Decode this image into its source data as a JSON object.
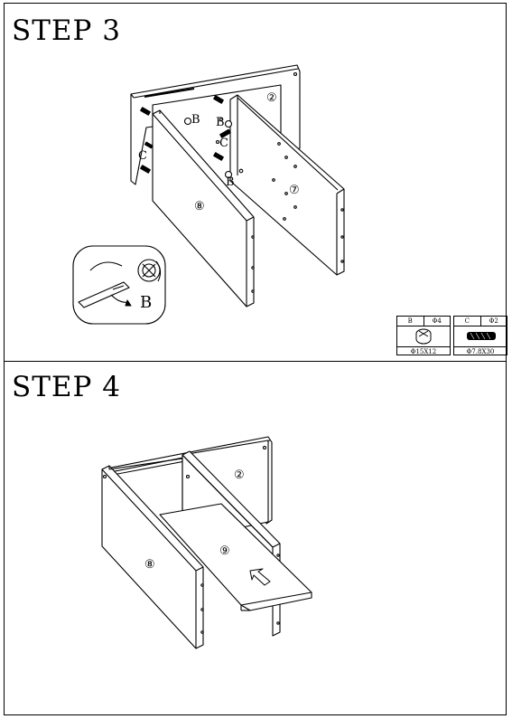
{
  "step3": {
    "title": "STEP 3",
    "panel_numbers": [
      "②",
      "⑦",
      "⑧"
    ],
    "callouts": [
      "B",
      "B",
      "B",
      "C",
      "C"
    ],
    "inset_label": "B"
  },
  "parts": {
    "b": {
      "code": "B",
      "qty": "Φ4",
      "size": "Φ15X12",
      "icon": "cam-lock-icon"
    },
    "c": {
      "code": "C",
      "qty": "Φ2",
      "size": "Φ7.8X30",
      "icon": "wood-dowel-icon"
    }
  },
  "step4": {
    "title": "STEP 4",
    "panel_numbers": [
      "②",
      "⑧",
      "⑨"
    ]
  },
  "colors": {
    "line": "#000000",
    "background": "#ffffff"
  }
}
